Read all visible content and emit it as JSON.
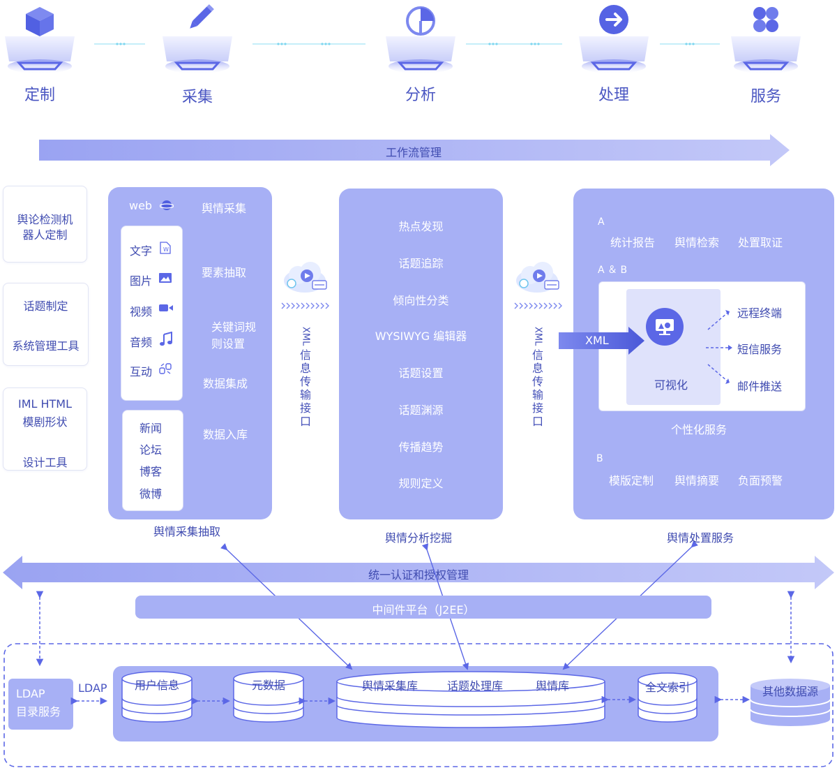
{
  "stages": [
    "定制",
    "采集",
    "分析",
    "处理",
    "服务"
  ],
  "stage_icons": [
    "cube-icon",
    "pencil-icon",
    "pie-chart-icon",
    "arrow-right-circle-icon",
    "grid-four-icon"
  ],
  "workflow": "工作流管理",
  "left_tools": {
    "robot": "舆论检测机器人定制",
    "robot_line1": "舆论检测机",
    "robot_line2": "器人定制",
    "topic": "话题制定",
    "sys_tool": "系统管理工具",
    "iml": "IML HTML",
    "shape": "模剧形状",
    "design_tool": "设计工具"
  },
  "collect": {
    "web": "web",
    "yq_collect": "舆情采集",
    "media": [
      "文字",
      "图片",
      "视频",
      "音频",
      "互动"
    ],
    "media_icons": [
      "word-doc-icon",
      "image-icon",
      "video-camera-icon",
      "music-note-icon",
      "interaction-icon"
    ],
    "sources": [
      "新闻",
      "论坛",
      "博客",
      "微博"
    ],
    "extract": "要素抽取",
    "keyword_line1": "关键词规",
    "keyword_line2": "则设置",
    "integrate": "数据集成",
    "store": "数据入库",
    "caption": "舆情采集抽取"
  },
  "interface": {
    "label": "XML信息传输接口",
    "chars": [
      "XML",
      "信",
      "息",
      "传",
      "输",
      "接",
      "口"
    ]
  },
  "analysis": {
    "items": [
      "热点发现",
      "话题追踪",
      "倾向性分类",
      "WYSIWYG 编辑器",
      "话题设置",
      "话题渊源",
      "传播趋势",
      "规则定义"
    ],
    "caption": "舆情分析挖掘"
  },
  "service": {
    "a_label": "A",
    "a_items": [
      "统计报告",
      "舆情检索",
      "处置取证"
    ],
    "ab_label": "A ＆ B",
    "xml": "XML",
    "visual": "可视化",
    "channels": [
      "远程终端",
      "短信服务",
      "邮件推送"
    ],
    "personal": "个性化服务",
    "b_label": "B",
    "b_items": [
      "模版定制",
      "舆情摘要",
      "负面预警"
    ],
    "caption": "舆情处置服务"
  },
  "auth": "统一认证和授权管理",
  "middleware": "中间件平台（J2EE）",
  "storage": {
    "ldap_arrow": "LDAP",
    "ldap_line1": "LDAP",
    "ldap_line2": "目录服务",
    "user_info": "用户信息",
    "metadata": "元数据",
    "db_yq_collect": "舆情采集库",
    "db_topic": "话题处理库",
    "db_yq": "舆情库",
    "fulltext": "全文索引",
    "other_src": "其他数据源"
  },
  "colors": {
    "primary": "#5b67e6",
    "panel": "#a7b0f5",
    "arrow_band": "#b9bff7",
    "text": "#4a56c2"
  }
}
